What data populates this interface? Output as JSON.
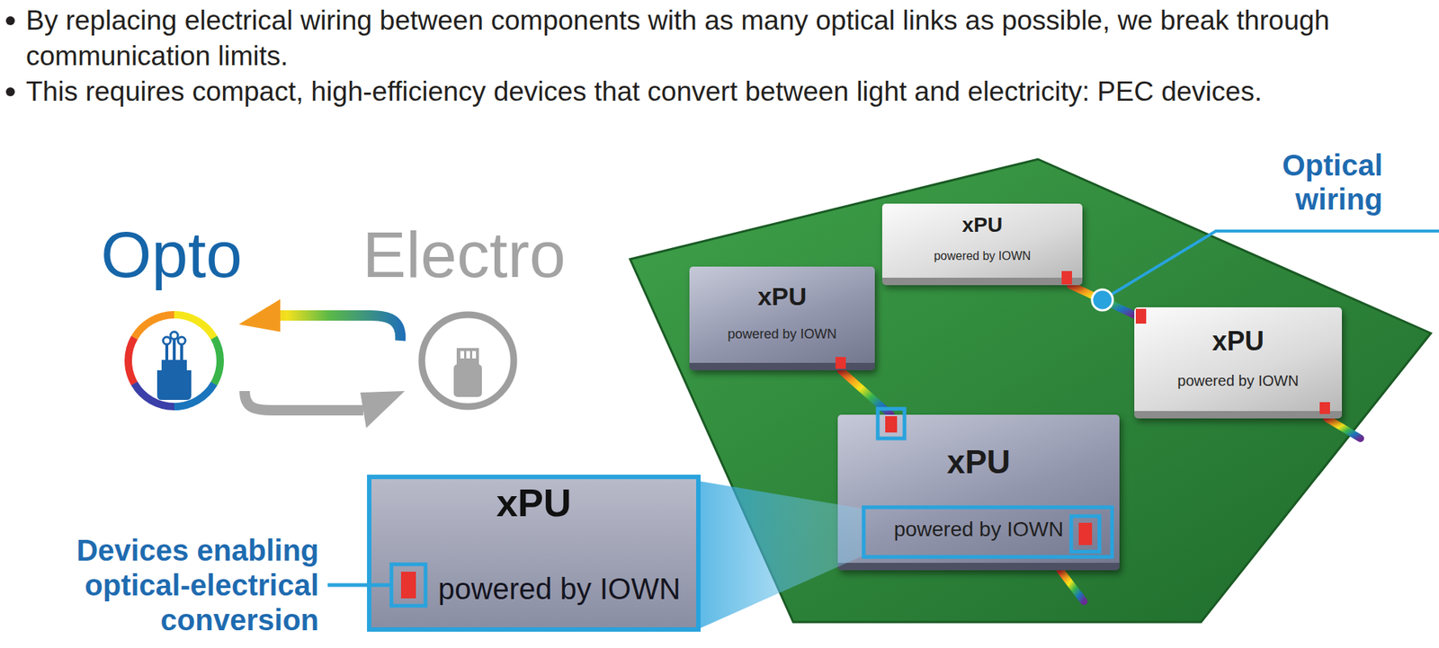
{
  "diagram": {
    "nodes": [
      {
        "text": [
          "xPU",
          "powered by IOWN"
        ]
      },
      {
        "text": [
          "xPU",
          "powered by IOWN"
        ]
      },
      {
        "text": [
          "xPU",
          "powered by IOWN"
        ]
      },
      {
        "text": [
          "xPU",
          "powered by IOWN"
        ]
      },
      {
        "text": [
          "xPU",
          "powered by IOWN"
        ]
      }
    ],
    "edges": [
      {
        "from": 0,
        "to": 3,
        "arrow": "none"
      },
      {
        "from": 1,
        "to": 2,
        "arrow": "none"
      }
    ],
    "labels": [
      "By replacing electrical wiring between components with as many optical links as possible, we break through communication limits.",
      "This requires compact, high-efficiency devices that convert between light and electricity: PEC devices.",
      "Opto",
      "Electro",
      "Optical wiring",
      "Devices enabling optical-electrical conversion"
    ]
  }
}
